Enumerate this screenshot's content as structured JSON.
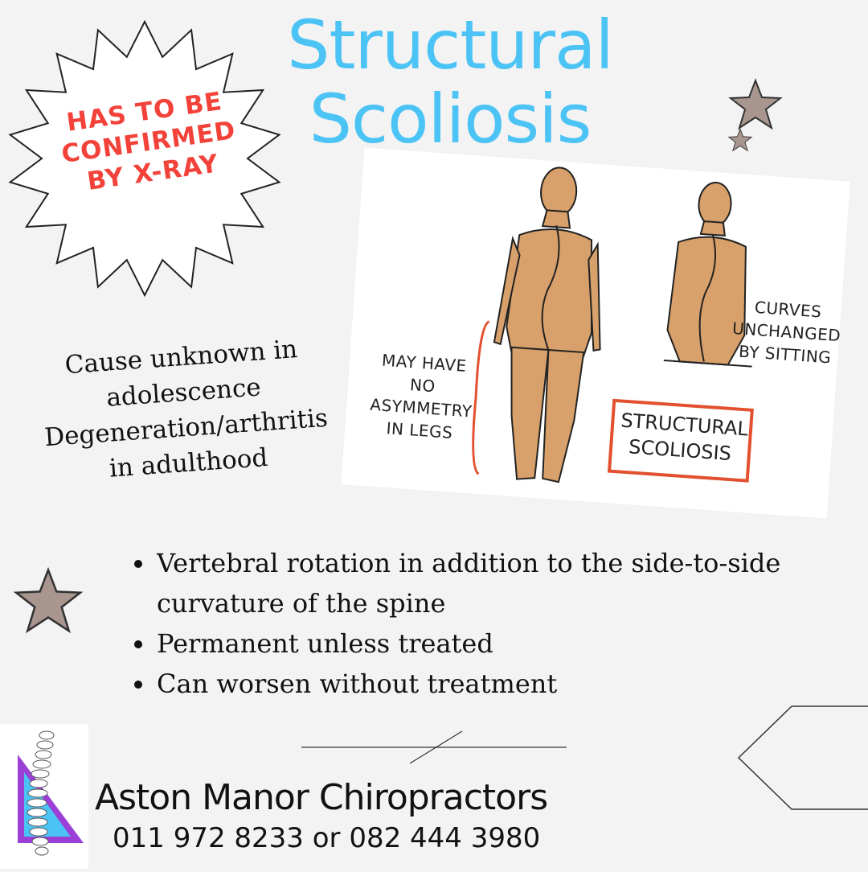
{
  "title": {
    "line1": "Structural",
    "line2": "Scoliosis"
  },
  "burst": {
    "line1": "HAS TO BE",
    "line2": "CONFIRMED",
    "line3": "BY X-RAY"
  },
  "illustration": {
    "left_note": [
      "MAY HAVE",
      "NO ASYMMETRY",
      "IN LEGS"
    ],
    "right_note": [
      "CURVES",
      "UNCHANGED",
      "BY SITTING"
    ],
    "box_label": [
      "STRUCTURAL",
      "SCOLIOSIS"
    ]
  },
  "cause": [
    "Cause unknown in",
    "adolescence",
    "Degeneration/arthritis",
    "in adulthood"
  ],
  "bullets": [
    "Vertebral rotation in addition to the side-to-side curvature of the spine",
    "Permanent unless treated",
    "Can worsen without treatment"
  ],
  "footer": {
    "brand": "Aston Manor Chiropractors",
    "phone": "011 972 8233 or 082 444 3980"
  },
  "colors": {
    "title": "#4cc3f5",
    "burst_text": "#f2423a",
    "skin": "#d8a06a",
    "label_border": "#e2502f",
    "star_fill": "#a8968f",
    "background": "#f3f3f3"
  },
  "icons": [
    "starburst-badge",
    "star-icon",
    "spine-logo-icon",
    "hexagon-outline-icon"
  ]
}
